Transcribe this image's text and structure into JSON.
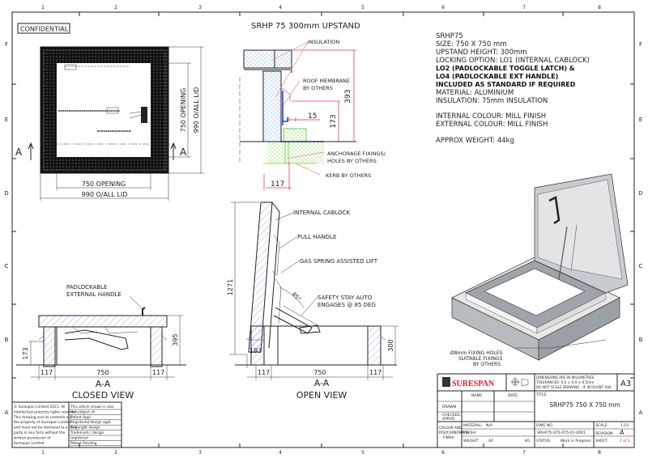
{
  "sheet": {
    "columns": [
      "1",
      "2",
      "3",
      "4",
      "5",
      "6",
      "7",
      "8"
    ],
    "rows": [
      "F",
      "E",
      "D",
      "C",
      "B",
      "A"
    ],
    "confidential": "CONFIDENTIAL"
  },
  "plan_view": {
    "section_mark": "A",
    "dim_opening_h": "750 OPENING",
    "dim_overall_h": "990 O/ALL LID",
    "dim_opening_v": "750 OPENING",
    "dim_overall_v": "990 O/ALL LID"
  },
  "upstand_detail": {
    "title": "SRHP 75 300mm UPSTAND",
    "insulation": "INSULATION",
    "roof_membrane_1": "ROOF MEMBRANE",
    "roof_membrane_2": "BY OTHERS",
    "anchorage_1": "ANCHORAGE FIXINGS/",
    "anchorage_2": "HOLES BY OTHERS",
    "kerb": "KERB BY OTHERS",
    "dim_393": "393",
    "dim_173": "173",
    "dim_15": "15",
    "dim_117": "117"
  },
  "specs": {
    "lines": [
      "SRHP75",
      "SIZE: 750 X 750 mm",
      "UPSTAND HEIGHT: 300mm",
      "LOCKING OPTION: LO1 (INTERNAL CABLOCK)"
    ],
    "bold_lines": [
      "LO2 (PADLOCKABLE TOGGLE LATCH) &",
      "LO4 (PADLOCKABLE EXT HANDLE)",
      "INCLUDED AS STANDARD IF REQUIRED"
    ],
    "material": "MATERIAL: ALUMINIUM",
    "insulation": "INSULATION: 75mm INSULATION",
    "internal_colour": "INTERNAL COLOUR: MILL FINISH",
    "external_colour": "EXTERNAL COLOUR: MILL FINISH",
    "weight": "APPROX WEIGHT: 44kg"
  },
  "open_view": {
    "internal_cablock": "INTERNAL CABLOCK",
    "pull_handle": "PULL HANDLE",
    "gas_spring": "GAS SPRING ASSISTED LIFT",
    "safety_1": "SAFETY STAY AUTO",
    "safety_2": "ENGAGES @ 85 DEG",
    "angle": "85°",
    "dim_height": "1271",
    "dim_193": "193",
    "dim_300": "300",
    "dim_117a": "117",
    "dim_750": "750",
    "dim_117b": "117",
    "label": "A-A",
    "title": "OPEN VIEW"
  },
  "closed_view": {
    "padlock_1": "PADLOCKABLE",
    "padlock_2": "EXTERNAL HANDLE",
    "dim_173": "173",
    "dim_395": "395",
    "dim_117a": "117",
    "dim_750": "750",
    "dim_117b": "117",
    "label": "A-A",
    "title": "CLOSED VIEW"
  },
  "iso_view": {
    "fixing_1": "Ø8mm FIXING HOLES",
    "fixing_2": "SUITABLE FIXINGS",
    "fixing_3": "BY OTHERS"
  },
  "title_block": {
    "brand": "SURESPAN",
    "brand_color": "#e0202a",
    "projection_icon": "third-angle-projection-icon",
    "notes_1": "DIMENSIONS ARE IN MILLIMETRES",
    "notes_2": "TOLERANCES: 0.0 ± X.X ± 0.5mm",
    "notes_3": "DO NOT SCALE DRAWING - IF IN DOUBT ASK",
    "size": "A3",
    "name": "NAME",
    "date": "DATE:",
    "drawn": "DRAWN",
    "checked": "CHECKED",
    "appvd": "APPVD",
    "title_label": "TITLE:",
    "title": "SRHP75 750 X 750 mm",
    "colour_1": "COLOUR AND",
    "colour_2": "POLYCARBONATE",
    "colour_3": "FINISH",
    "material_label": "MATERIAL:",
    "material_value": "N/A",
    "finish_label": "FINISH:",
    "weight_label": "WEIGHT:",
    "weight_value": "44",
    "weight_unit": "KG",
    "dwg_label": "DWG NO.",
    "dwg_value": "SRHP75-075-075-01-0001",
    "status_label": "STATUS:",
    "status_value": "Work in Progress",
    "scale_label": "SCALE:",
    "scale_value": "1:15",
    "revision_label": "REVISION",
    "revision_value": "A",
    "sheet_label": "SHEET:",
    "sheet_value": "1 of 1"
  },
  "legal": {
    "left": [
      "© Surespan Limited 2021. All",
      "intellectual property rights reserved.",
      "This drawing and its contents are",
      "the property of Surespan Limited",
      "and must not be disclosed to a third",
      "party in any form without the",
      "written permission of",
      "Surespan Limited"
    ],
    "right": [
      "This article shown is also",
      "the subject of:",
      "Patent Appl.",
      "Registered design appl.",
      "Copyright design",
      "Trademark / design",
      "registered",
      "Patent Pending"
    ]
  }
}
